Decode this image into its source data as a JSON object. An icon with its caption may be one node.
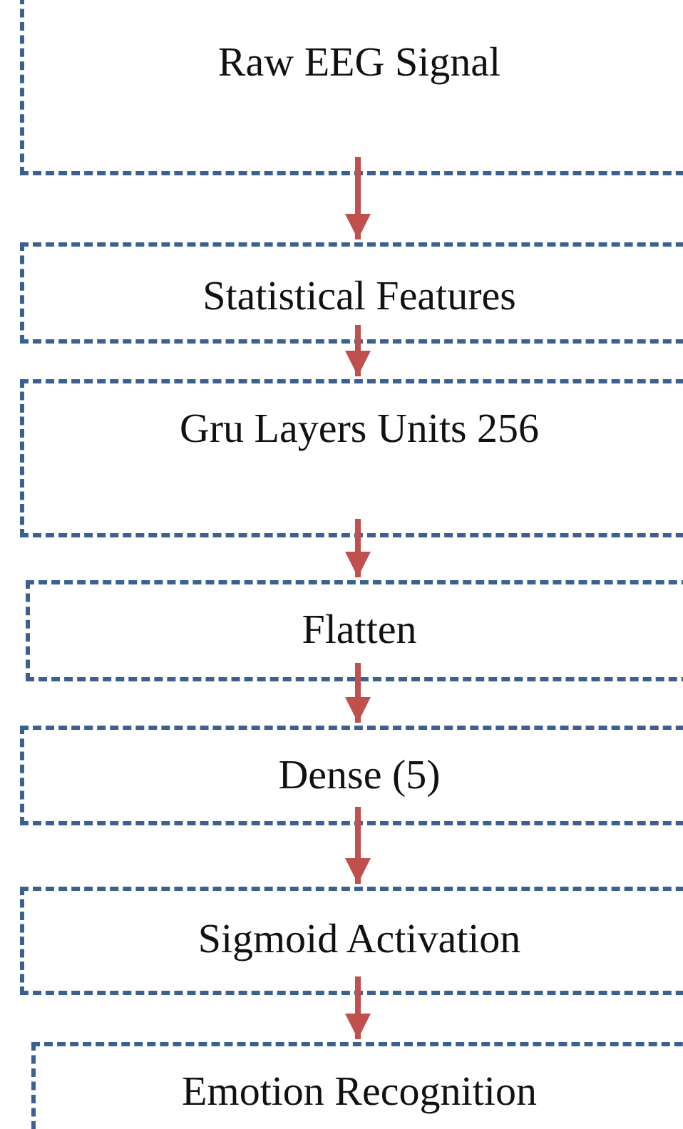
{
  "diagram": {
    "nodes": [
      {
        "text": [
          "Raw EEG Signal"
        ]
      },
      {
        "text": [
          "Statistical Features"
        ]
      },
      {
        "text": [
          "Gru Layers Units 256"
        ]
      },
      {
        "text": [
          "Flatten"
        ]
      },
      {
        "text": [
          "Dense (5)"
        ]
      },
      {
        "text": [
          "Sigmoid Activation"
        ]
      },
      {
        "text": [
          "Emotion Recognition"
        ]
      }
    ],
    "edges": [
      {
        "from": 0,
        "to": 1,
        "arrow": "to"
      },
      {
        "from": 1,
        "to": 2,
        "arrow": "to"
      },
      {
        "from": 2,
        "to": 3,
        "arrow": "to"
      },
      {
        "from": 3,
        "to": 4,
        "arrow": "to"
      },
      {
        "from": 4,
        "to": 5,
        "arrow": "to"
      },
      {
        "from": 5,
        "to": 6,
        "arrow": "to"
      }
    ]
  }
}
